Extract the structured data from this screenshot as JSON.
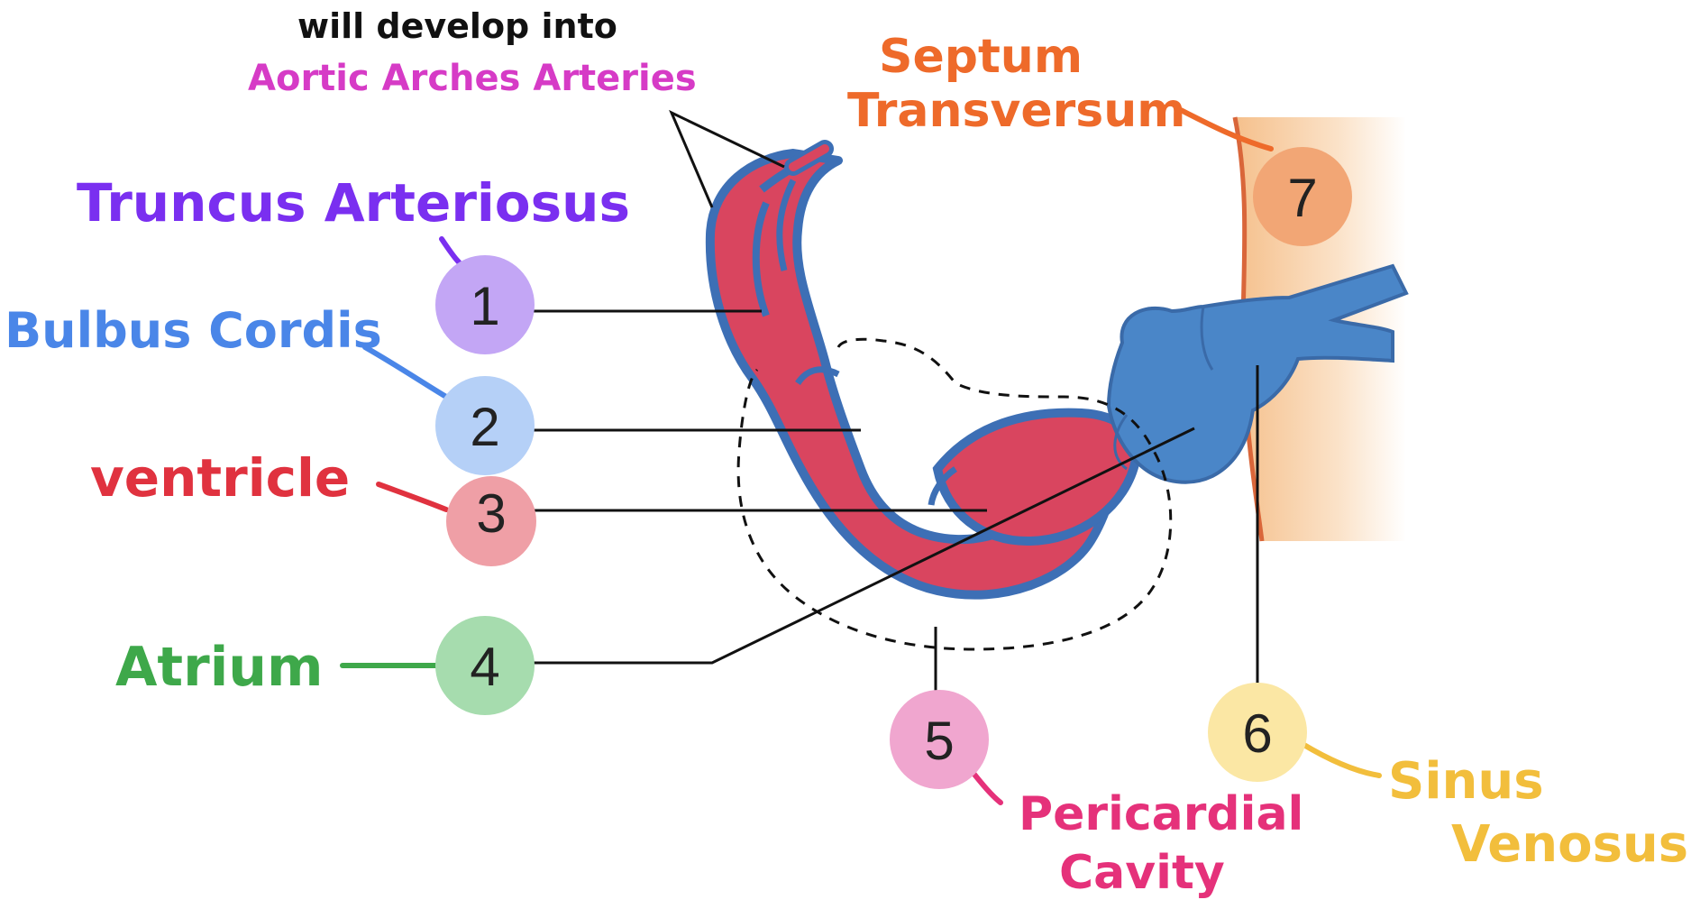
{
  "header": {
    "line1": "will develop into",
    "line2": "Aortic Arches Arteries"
  },
  "labels": {
    "truncus": "Truncus Arteriosus",
    "bulbus": "Bulbus Cordis",
    "ventricle": "ventricle",
    "atrium": "Atrium",
    "pericardial_1": "Pericardial",
    "pericardial_2": "Cavity",
    "sinus_1": "Sinus",
    "sinus_2": "Venosus",
    "septum_1": "Septum",
    "septum_2": "Transversum"
  },
  "markers": {
    "m1": "1",
    "m2": "2",
    "m3": "3",
    "m4": "4",
    "m5": "5",
    "m6": "6",
    "m7": "7"
  },
  "colors": {
    "truncus": "#7a2ff0",
    "bulbus": "#4a86e8",
    "ventricle": "#e0323f",
    "atrium": "#3ea84a",
    "pericardial": "#e5317a",
    "sinus": "#f2be3c",
    "septum": "#ee6a2a",
    "aortic": "#d63bc6",
    "heart_red": "#d9455f",
    "heart_outline": "#3d6fb5",
    "venous_blue": "#4a86c8",
    "septum_tissue": "#f7cfa4"
  }
}
